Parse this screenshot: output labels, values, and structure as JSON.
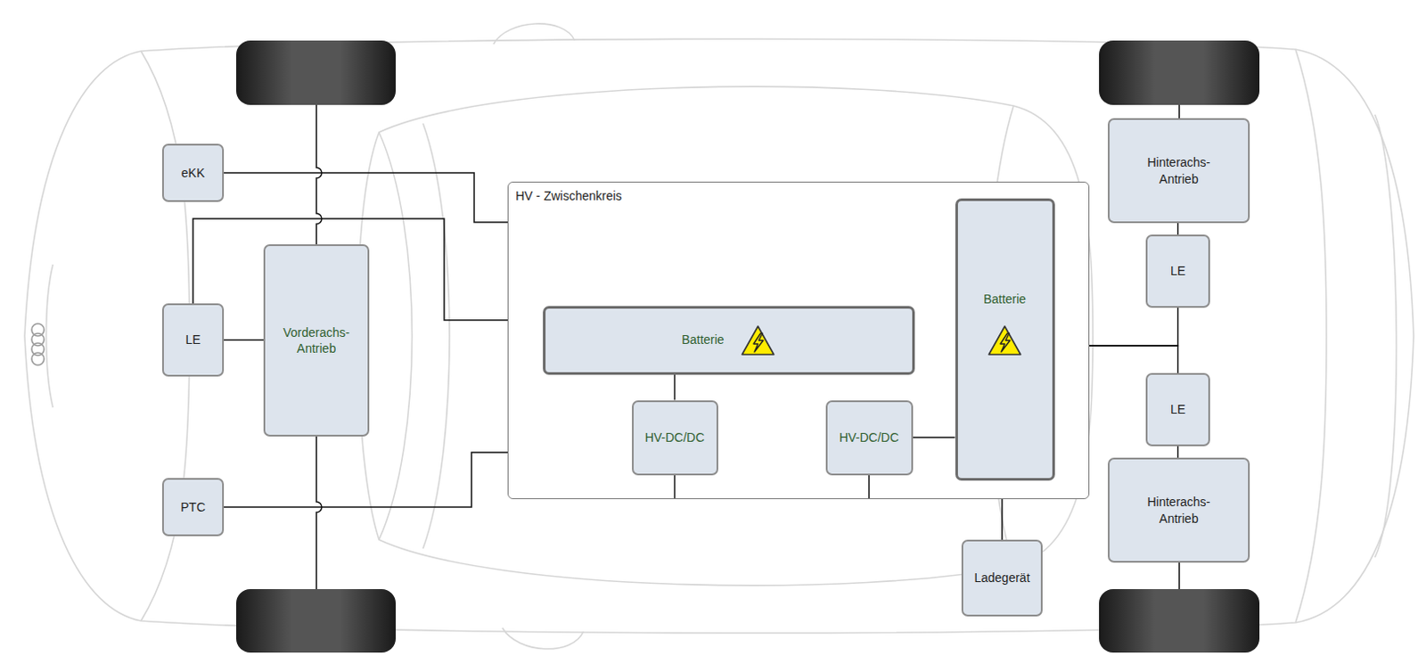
{
  "diagram": {
    "nodes": [
      {
        "text": [
          "eKK"
        ]
      },
      {
        "text": [
          "LE"
        ]
      },
      {
        "text": [
          "Vorderachs- Antrieb"
        ]
      },
      {
        "text": [
          "PTC"
        ]
      },
      {
        "text": [
          "HV - Zwischenkreis"
        ]
      },
      {
        "text": [
          "Batterie"
        ],
        "in": 4
      },
      {
        "text": [
          "HV-DC/DC"
        ],
        "in": 4
      },
      {
        "text": [
          "HV-DC/DC"
        ],
        "in": 4
      },
      {
        "text": [
          "Batterie"
        ],
        "in": 4
      },
      {
        "text": [
          "Hinterachs- Antrieb"
        ]
      },
      {
        "text": [
          "LE"
        ]
      },
      {
        "text": [
          "LE"
        ]
      },
      {
        "text": [
          "Hinterachs- Antrieb"
        ]
      },
      {
        "text": [
          "Ladegerät"
        ]
      }
    ],
    "edges": [
      {
        "from": 0,
        "to": 4,
        "arrow": "none"
      },
      {
        "from": 1,
        "to": 2,
        "arrow": "none"
      },
      {
        "from": 1,
        "to": 4,
        "arrow": "none"
      },
      {
        "from": 3,
        "to": 4,
        "arrow": "none"
      },
      {
        "from": 5,
        "to": 6,
        "arrow": "none"
      },
      {
        "from": 6,
        "to": 4,
        "arrow": "none"
      },
      {
        "from": 7,
        "to": 8,
        "arrow": "none"
      },
      {
        "from": 7,
        "to": 4,
        "arrow": "none"
      },
      {
        "from": 4,
        "to": 10,
        "arrow": "none"
      },
      {
        "from": 4,
        "to": 11,
        "arrow": "none"
      },
      {
        "from": 10,
        "to": 9,
        "arrow": "none"
      },
      {
        "from": 11,
        "to": 12,
        "arrow": "none"
      },
      {
        "from": 13,
        "to": 4,
        "arrow": "none"
      }
    ]
  }
}
